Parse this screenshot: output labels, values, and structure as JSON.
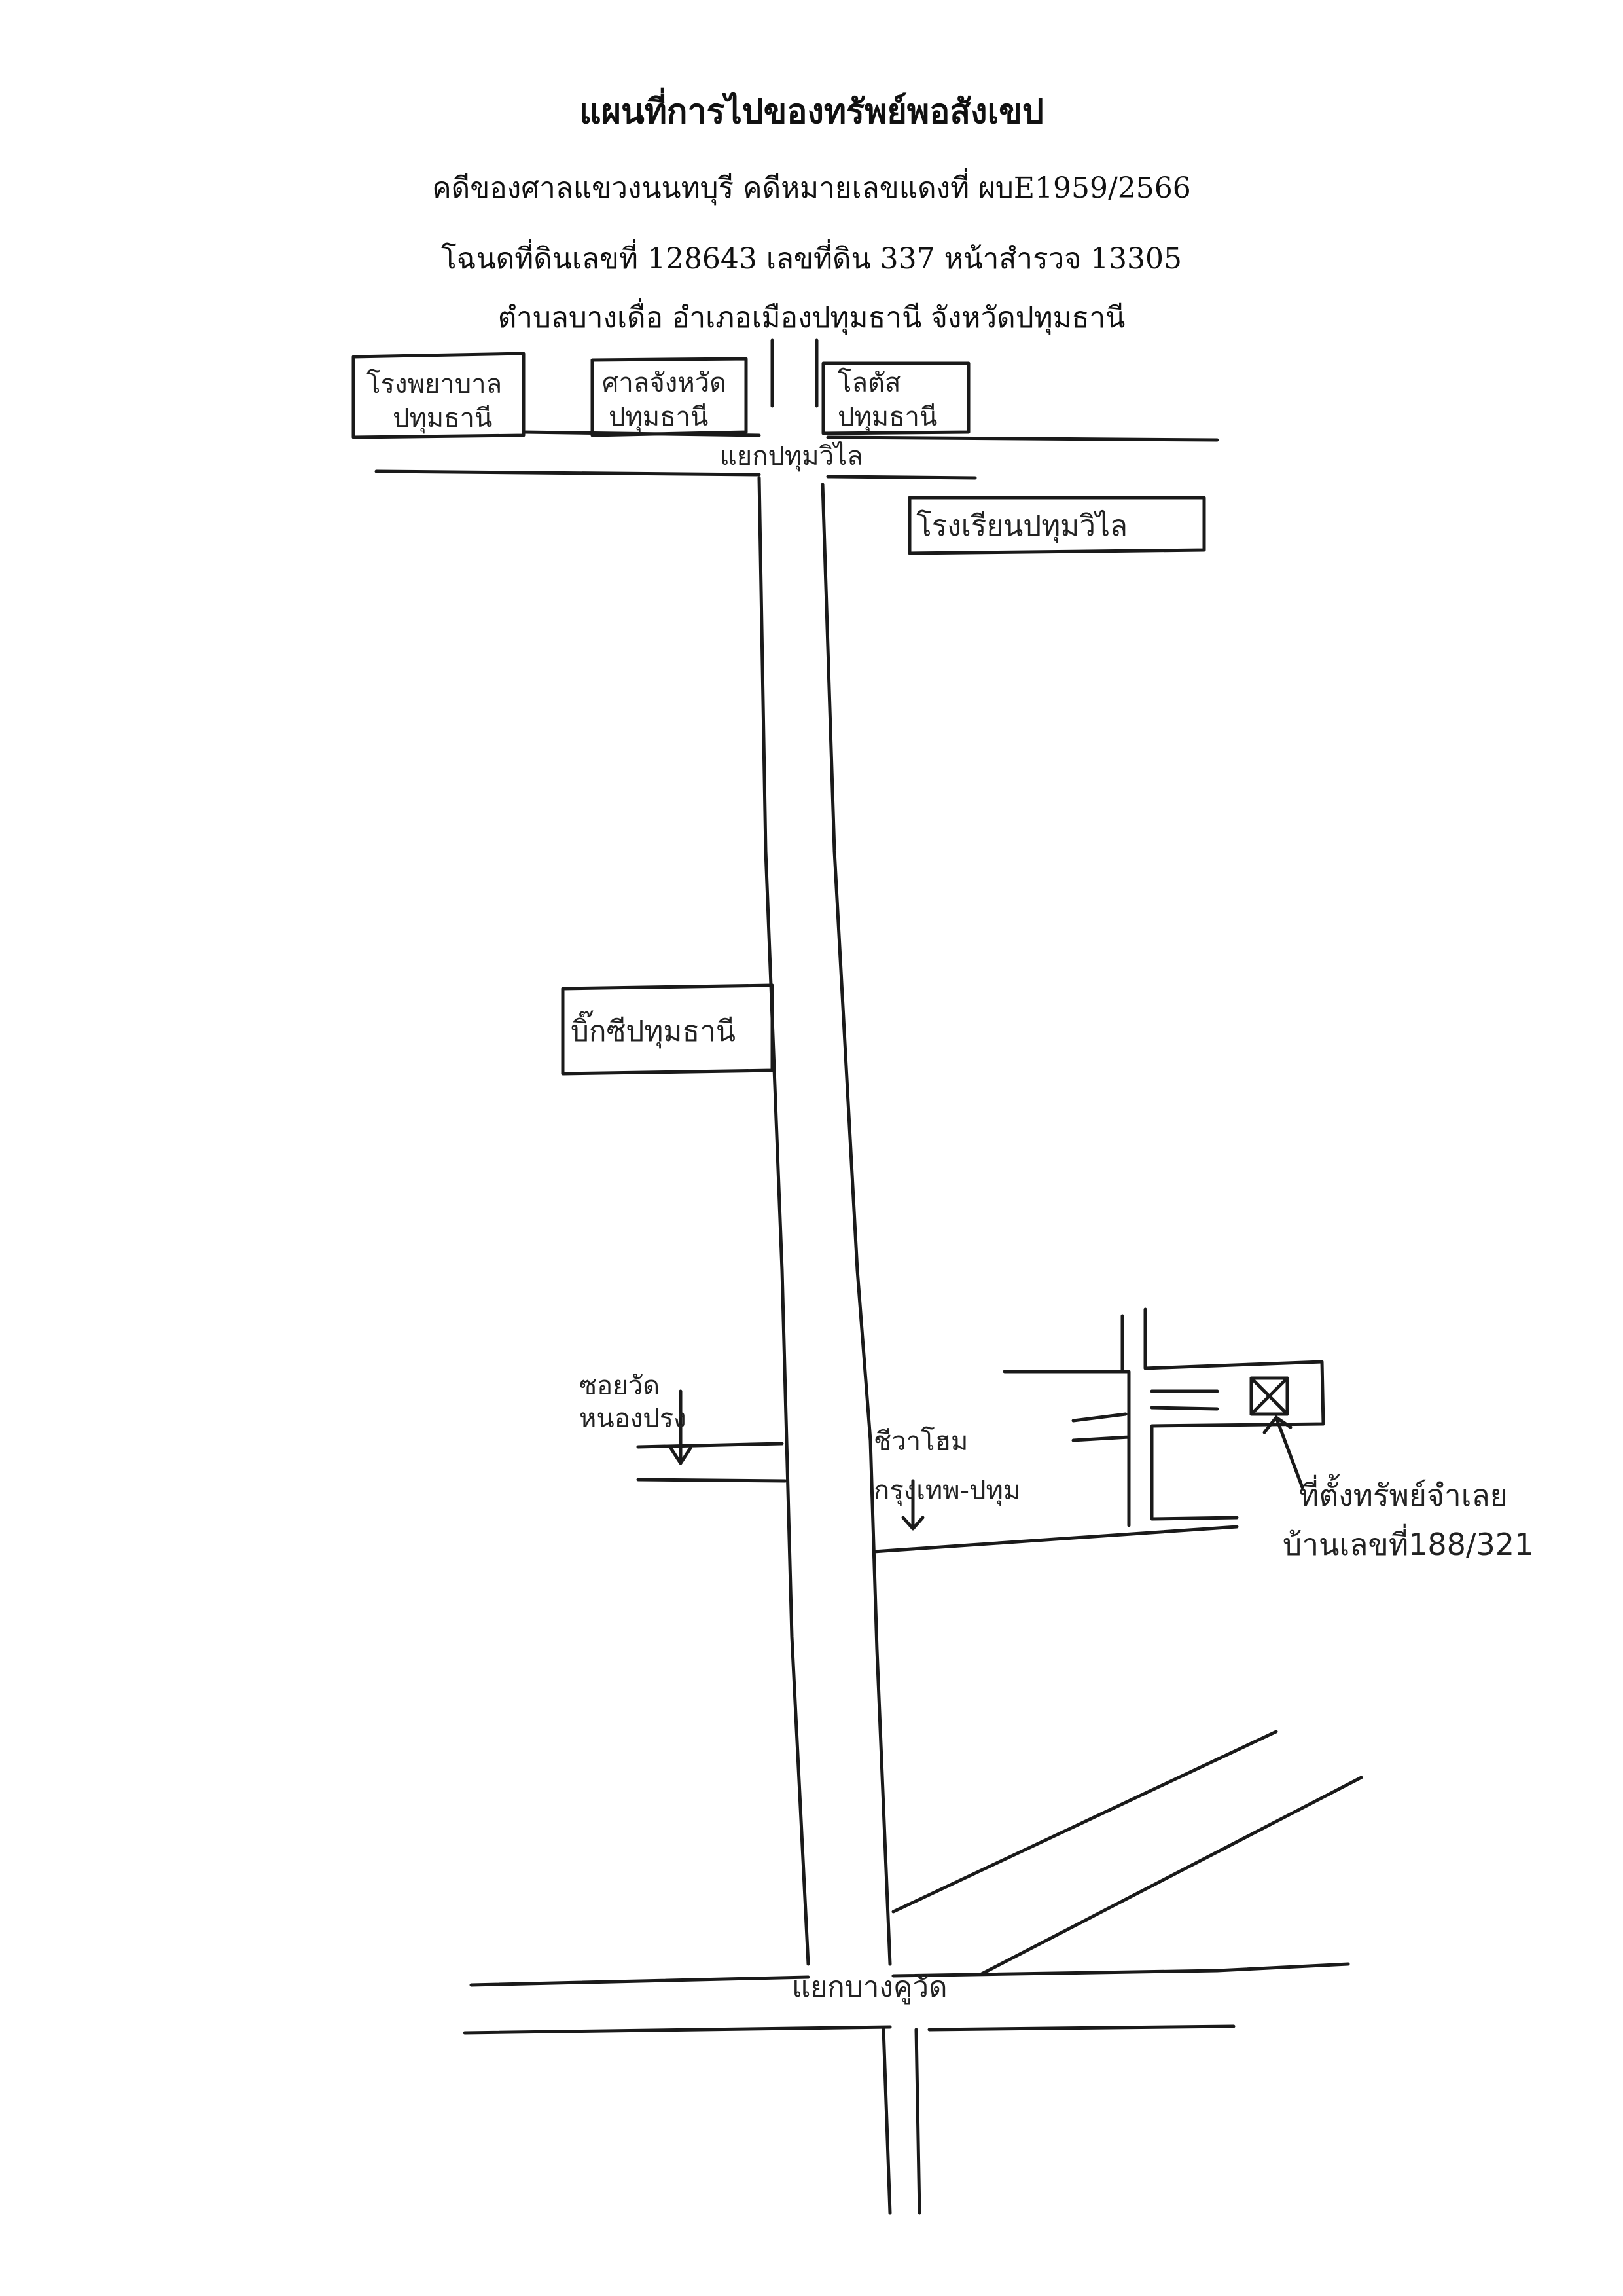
{
  "header": {
    "title": "แผนที่การไปของทรัพย์พอสังเขป",
    "case_line": "คดีของศาลแขวงนนทบุรี คดีหมายเลขแดงที่ ผบE1959/2566",
    "deed_line": "โฉนดที่ดินเลขที่ 128643 เลขที่ดิน 337 หน้าสำรวจ 13305",
    "location_line": "ตำบลบางเดื่อ อำเภอเมืองปทุมธานี จังหวัดปทุมธานี"
  },
  "map": {
    "ink_color": "#1a1a1a",
    "labels": {
      "hospital_l1": "โรงพยาบาล",
      "hospital_l2": "ปทุมธานี",
      "courthouse_l1": "ศาลจังหวัด",
      "courthouse_l2": "ปทุมธานี",
      "lotus_l1": "โลตัส",
      "lotus_l2": "ปทุมธานี",
      "top_junction": "แยกปทุมวิไล",
      "school": "โรงเรียนปทุมวิไล",
      "bigc": "บิ๊กซีปทุมธานี",
      "soi_wat_l1": "ซอยวัด",
      "soi_wat_l2": "หนองปรง",
      "village_l1": "ชีวาโฮม",
      "village_l2": "กรุงเทพ-ปทุม",
      "property_l1": "ที่ตั้งทรัพย์จำเลย",
      "property_l2": "บ้านเลขที่188/321",
      "bottom_junction": "แยกบางคูวัด"
    }
  }
}
